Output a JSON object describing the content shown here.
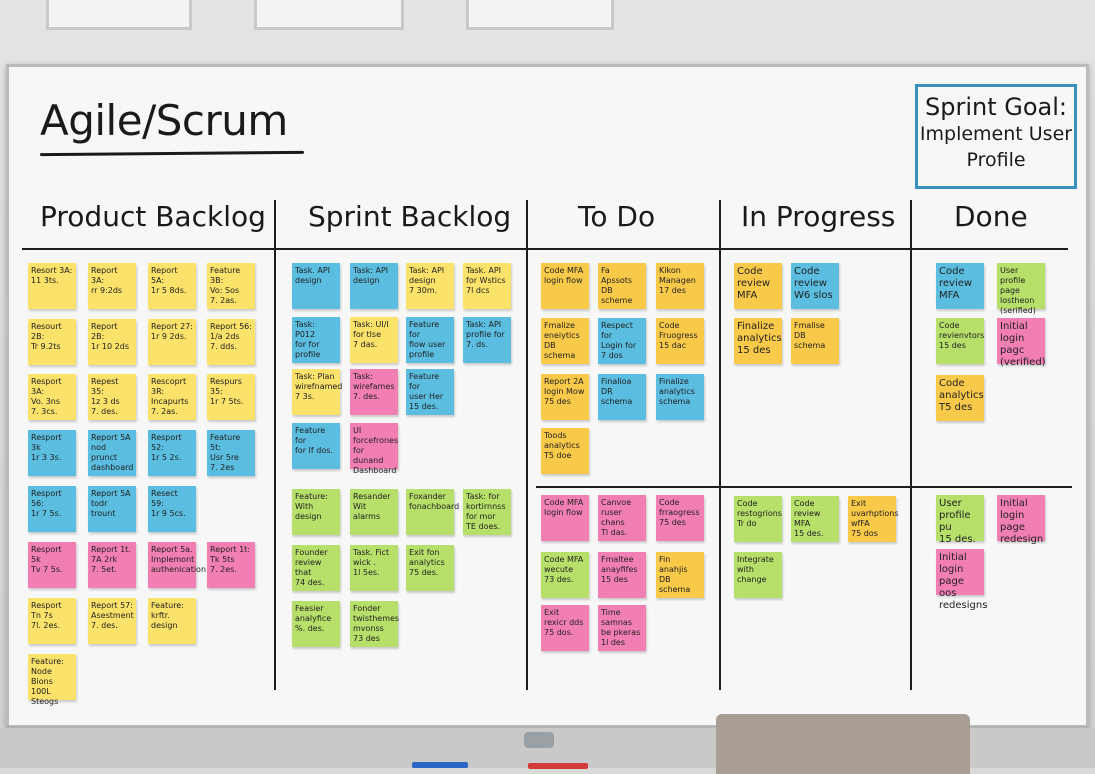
{
  "board": {
    "title": "Agile/Scrum",
    "sprint_goal": {
      "heading": "Sprint Goal:",
      "line2": "Implement User",
      "line3": "Profile"
    },
    "columns": [
      "Product Backlog",
      "Sprint Backlog",
      "To Do",
      "In Progress",
      "Done"
    ]
  },
  "notes": {
    "pb": [
      {
        "t": "Resort 3A:\n11 3ts.",
        "c": "y"
      },
      {
        "t": "Report 3A:\nrr 9:2ds",
        "c": "y"
      },
      {
        "t": "Report 5A:\n1r 5 8ds.",
        "c": "y"
      },
      {
        "t": "Feature 3B:\nVo: Sos\n7. 2as.",
        "c": "y"
      },
      {
        "t": "Resourt 2B:\nTr 9.2ts",
        "c": "y"
      },
      {
        "t": "Report 2B:\n1r 10 2ds",
        "c": "y"
      },
      {
        "t": "Report 27:\n1r 9 2ds.",
        "c": "y"
      },
      {
        "t": "Report 56:\n1/a 2ds\n7. dds.",
        "c": "y"
      },
      {
        "t": "Resport 3A:\nVo. 3ns\n7. 3cs.",
        "c": "y"
      },
      {
        "t": "Repest 35:\n1z 3 ds\n7. des.",
        "c": "y"
      },
      {
        "t": "Rescoprt 3R:\nIncapurts\n7. 2as.",
        "c": "y"
      },
      {
        "t": "Respurs 35:\n1r 7 5ts.",
        "c": "y"
      },
      {
        "t": "Resport 3k\n1r 3 3s.",
        "c": "b"
      },
      {
        "t": "Report 5A\nnod prunct\ndashboard",
        "c": "b"
      },
      {
        "t": "Resport 52:\n1r 5 2s.",
        "c": "b"
      },
      {
        "t": "Feature 5t:\nUsr 5re\n7. 2es",
        "c": "b"
      },
      {
        "t": "Resport 56:\n1r 7 5s.",
        "c": "b"
      },
      {
        "t": "Report 5A\ntodr trount",
        "c": "b"
      },
      {
        "t": "Resect 59:\n1r 9 5cs.",
        "c": "b"
      },
      {
        "t": "Resport 5k\nTv 7 5s.",
        "c": "p"
      },
      {
        "t": "Report 1t.\n7A 2rk\n7. 5et.",
        "c": "p"
      },
      {
        "t": "Report 5a.\nImplemont\nauthenication",
        "c": "p"
      },
      {
        "t": "Report 1t:\nTk 5ts\n7. 2es.",
        "c": "p"
      },
      {
        "t": "Resport\nTn 7s\n7l. 2es.",
        "c": "y"
      },
      {
        "t": "Report 57:\nAsestment\n7. des.",
        "c": "y"
      },
      {
        "t": "Feature:\nkrftr. design",
        "c": "y"
      },
      {
        "t": "Feature:\nNode Bions\n100L Steogs",
        "c": "y"
      }
    ],
    "sb": [
      {
        "t": "Task. API\ndesign",
        "c": "b"
      },
      {
        "t": "Task: API\ndesign",
        "c": "b"
      },
      {
        "t": "Task: API\ndesign\n7 30m.",
        "c": "y"
      },
      {
        "t": "Task. API\nfor Wstics\n7l dcs",
        "c": "y"
      },
      {
        "t": "Task: P012\nfor for\nprofile",
        "c": "b"
      },
      {
        "t": "Task: UI/I\nfor tlse\n7 das.",
        "c": "y"
      },
      {
        "t": "Feature for\nfiow user\nprofile",
        "c": "b"
      },
      {
        "t": "Task: API\nprofile for\n7. ds.",
        "c": "b"
      },
      {
        "t": "Task: Plan\nwirefnamed\n7 3s.",
        "c": "y"
      },
      {
        "t": "Task:\nwirefames\n7. des.",
        "c": "p"
      },
      {
        "t": "Feature for\nuser Her\n15 des.",
        "c": "b"
      },
      {
        "t": "Feature for\nfor If dos.",
        "c": "b"
      },
      {
        "t": "UI\nforcefrones\nfor dunand\nDashboard",
        "c": "p"
      },
      {
        "t": "Feature:\nWith design",
        "c": "g"
      },
      {
        "t": "Resander\nWit alarms",
        "c": "g"
      },
      {
        "t": "Foxander\nfonachboard",
        "c": "g"
      },
      {
        "t": "Task: for\nkortirnnss\nfor mor\nTE does.",
        "c": "g"
      },
      {
        "t": "Founder\nreview that\n74 des.",
        "c": "g"
      },
      {
        "t": "Task. Fict\nwick .\n1l 5es.",
        "c": "g"
      },
      {
        "t": "Exit fon\nanalytics\n75 des.",
        "c": "g"
      },
      {
        "t": "Feasier\nanalyfice\n%. des.",
        "c": "g"
      },
      {
        "t": "Fonder\ntwisthemes\nmvonss\n73 des",
        "c": "g"
      }
    ],
    "td": [
      {
        "t": "Code MFA\nlogin flow",
        "c": "o"
      },
      {
        "t": "Fa Apssots\nDB scheme",
        "c": "o"
      },
      {
        "t": "Kikon\nManagen\n17 des",
        "c": "o"
      },
      {
        "t": "Fmalize\neneiytics DB\nschema",
        "c": "o"
      },
      {
        "t": "Respect for\nLogin for\n7 dos",
        "c": "b"
      },
      {
        "t": "Code\nFruogress\n15 dac",
        "c": "o"
      },
      {
        "t": "Report 2A\nlogin Mow\n75 des",
        "c": "o"
      },
      {
        "t": "Finalioa\nDR schema",
        "c": "b"
      },
      {
        "t": "Finalize\nanalytics\nschema",
        "c": "b"
      },
      {
        "t": "Toods\nanalytics\nT5 doe",
        "c": "o"
      },
      {
        "t": "Code MFA\nlogin flow",
        "c": "p"
      },
      {
        "t": "Canvoe\nruser chans\nTl das.",
        "c": "p"
      },
      {
        "t": "Code\nfrraogress\n75 des",
        "c": "p"
      },
      {
        "t": "Code MFA\nwecute\n73 des.",
        "c": "g"
      },
      {
        "t": "Fmaltee\nanayfifes\n15 des",
        "c": "p"
      },
      {
        "t": "Fin anahjis\nDB schema",
        "c": "o"
      },
      {
        "t": "Exit\nrexicr dds\n75 dos.",
        "c": "p"
      },
      {
        "t": "Time samnas\nbe pkeras\n1l des",
        "c": "p"
      }
    ],
    "ip": [
      {
        "t": "Code\nreview\nMFA",
        "c": "o",
        "big": true
      },
      {
        "t": "Code\nreview\nW6 slos",
        "c": "b",
        "big": true
      },
      {
        "t": "Finalize\nanalytics\n15 des",
        "c": "o",
        "big": true
      },
      {
        "t": "Fmalise\nDB schema",
        "c": "o"
      },
      {
        "t": "Code\nrestogrions\nTr do",
        "c": "g"
      },
      {
        "t": "Code\nreview MFA\n15 des.",
        "c": "g"
      },
      {
        "t": "Exit\nuvarhptions\nwfFA\n75 dos",
        "c": "o"
      },
      {
        "t": "Integrate\nwith change",
        "c": "g"
      }
    ],
    "dn": [
      {
        "t": "Code\nreview\nMFA",
        "c": "b",
        "big": true
      },
      {
        "t": "User profile\npage lostheon\n(serified)",
        "c": "g"
      },
      {
        "t": "Code\nrevienvtors\n15 des",
        "c": "g"
      },
      {
        "t": "Initial\nlogin pagc\n(verified)",
        "c": "p",
        "big": true
      },
      {
        "t": "Code\nanalytics\nT5 des",
        "c": "o",
        "big": true
      },
      {
        "t": "User\nprofile pu\n15 des.",
        "c": "g",
        "big": true
      },
      {
        "t": "Initial\nlogin page\nredesign",
        "c": "p",
        "big": true
      },
      {
        "t": "Initial\nlogin page\noos\nredesigns",
        "c": "p",
        "big": true
      }
    ]
  }
}
